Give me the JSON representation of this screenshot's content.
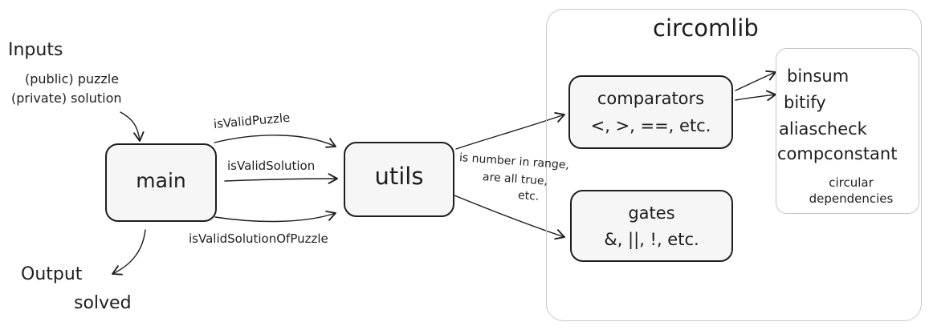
{
  "inputs": {
    "title": "Inputs",
    "line1": "(public) puzzle",
    "line2": "(private) solution"
  },
  "output": {
    "title": "Output",
    "value": "solved"
  },
  "nodes": {
    "main": "main",
    "utils": "utils",
    "comparators_title": "comparators",
    "comparators_ops": "<, >, ==, etc.",
    "gates_title": "gates",
    "gates_ops": "&, ||, !, etc."
  },
  "edges": {
    "is_valid_puzzle": "isValidPuzzle",
    "is_valid_solution": "isValidSolution",
    "is_valid_solution_of_puzzle": "isValidSolutionOfPuzzle",
    "utils_note_1": "is number in range,",
    "utils_note_2": "are all true,",
    "utils_note_3": "etc."
  },
  "circomlib": {
    "title": "circomlib",
    "deps": [
      "binsum",
      "bitify",
      "aliascheck",
      "compconstant"
    ],
    "deps_note_1": "circular",
    "deps_note_2": "dependencies"
  }
}
